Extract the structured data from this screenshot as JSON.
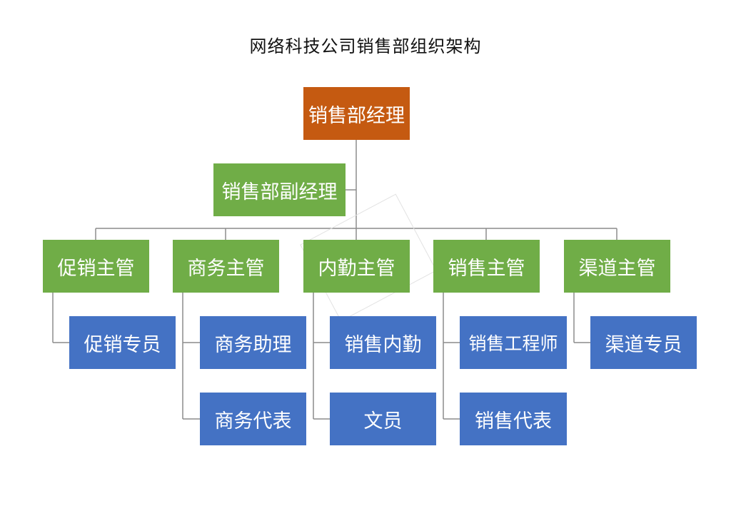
{
  "title": "网络科技公司销售部组织架构",
  "manager": "销售部经理",
  "deputy": "销售部副经理",
  "supervisors": [
    {
      "label": "促销主管",
      "staff": [
        "促销专员"
      ]
    },
    {
      "label": "商务主管",
      "staff": [
        "商务助理",
        "商务代表"
      ]
    },
    {
      "label": "内勤主管",
      "staff": [
        "销售内勤",
        "文员"
      ]
    },
    {
      "label": "销售主管",
      "staff": [
        "销售工程师",
        "销售代表"
      ]
    },
    {
      "label": "渠道主管",
      "staff": [
        "渠道专员"
      ]
    }
  ],
  "colors": {
    "manager": "#c55a11",
    "supervisor": "#70ad47",
    "staff": "#4472c4",
    "line": "#7f7f7f"
  }
}
